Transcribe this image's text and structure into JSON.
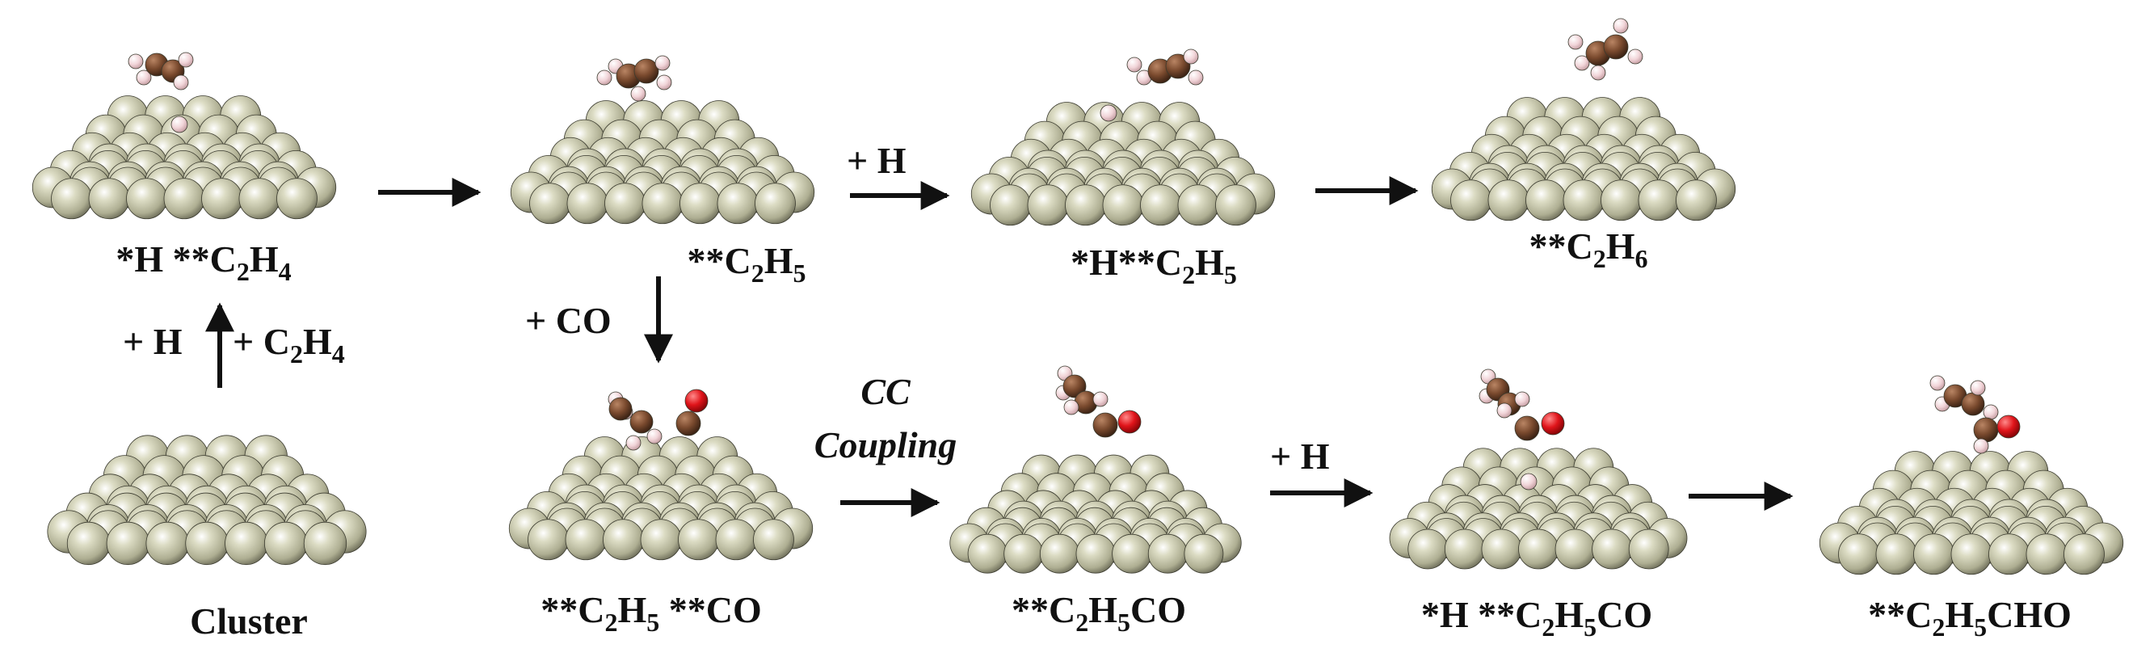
{
  "diagram": {
    "colors": {
      "metal": "#c8c8ae",
      "metal_dark": "#7d7d68",
      "carbon": "#7a4a2e",
      "hydrogen": "#f1d4d8",
      "oxygen": "#e0141a",
      "arrow": "#111111",
      "text": "#111111"
    },
    "nodes": {
      "cluster": "Cluster",
      "h_c2h4": [
        "*H **C",
        "2",
        "H",
        "4",
        ""
      ],
      "c2h5": [
        "**C",
        "2",
        "H",
        "5",
        ""
      ],
      "h_c2h5": [
        "*H**C",
        "2",
        "H",
        "5",
        ""
      ],
      "c2h6": [
        "**C",
        "2",
        "H",
        "6",
        ""
      ],
      "c2h5_co": [
        "**C",
        "2",
        "H",
        "5",
        " **CO"
      ],
      "c2h5co": [
        "**C",
        "2",
        "H",
        "5",
        "CO"
      ],
      "h_c2h5co": [
        "*H **C",
        "2",
        "H",
        "5",
        "CO"
      ],
      "c2h5cho": [
        "**C",
        "2",
        "H",
        "5",
        "CHO"
      ]
    },
    "arrows": {
      "plus_h_left": "+ H",
      "plus_c2h4": [
        "+ C",
        "2",
        "H",
        "4"
      ],
      "plus_h_top": "+ H",
      "plus_co": "+ CO",
      "cc_coupling_line1": "CC",
      "cc_coupling_line2": "Coupling",
      "plus_h_bottom": "+ H"
    }
  }
}
